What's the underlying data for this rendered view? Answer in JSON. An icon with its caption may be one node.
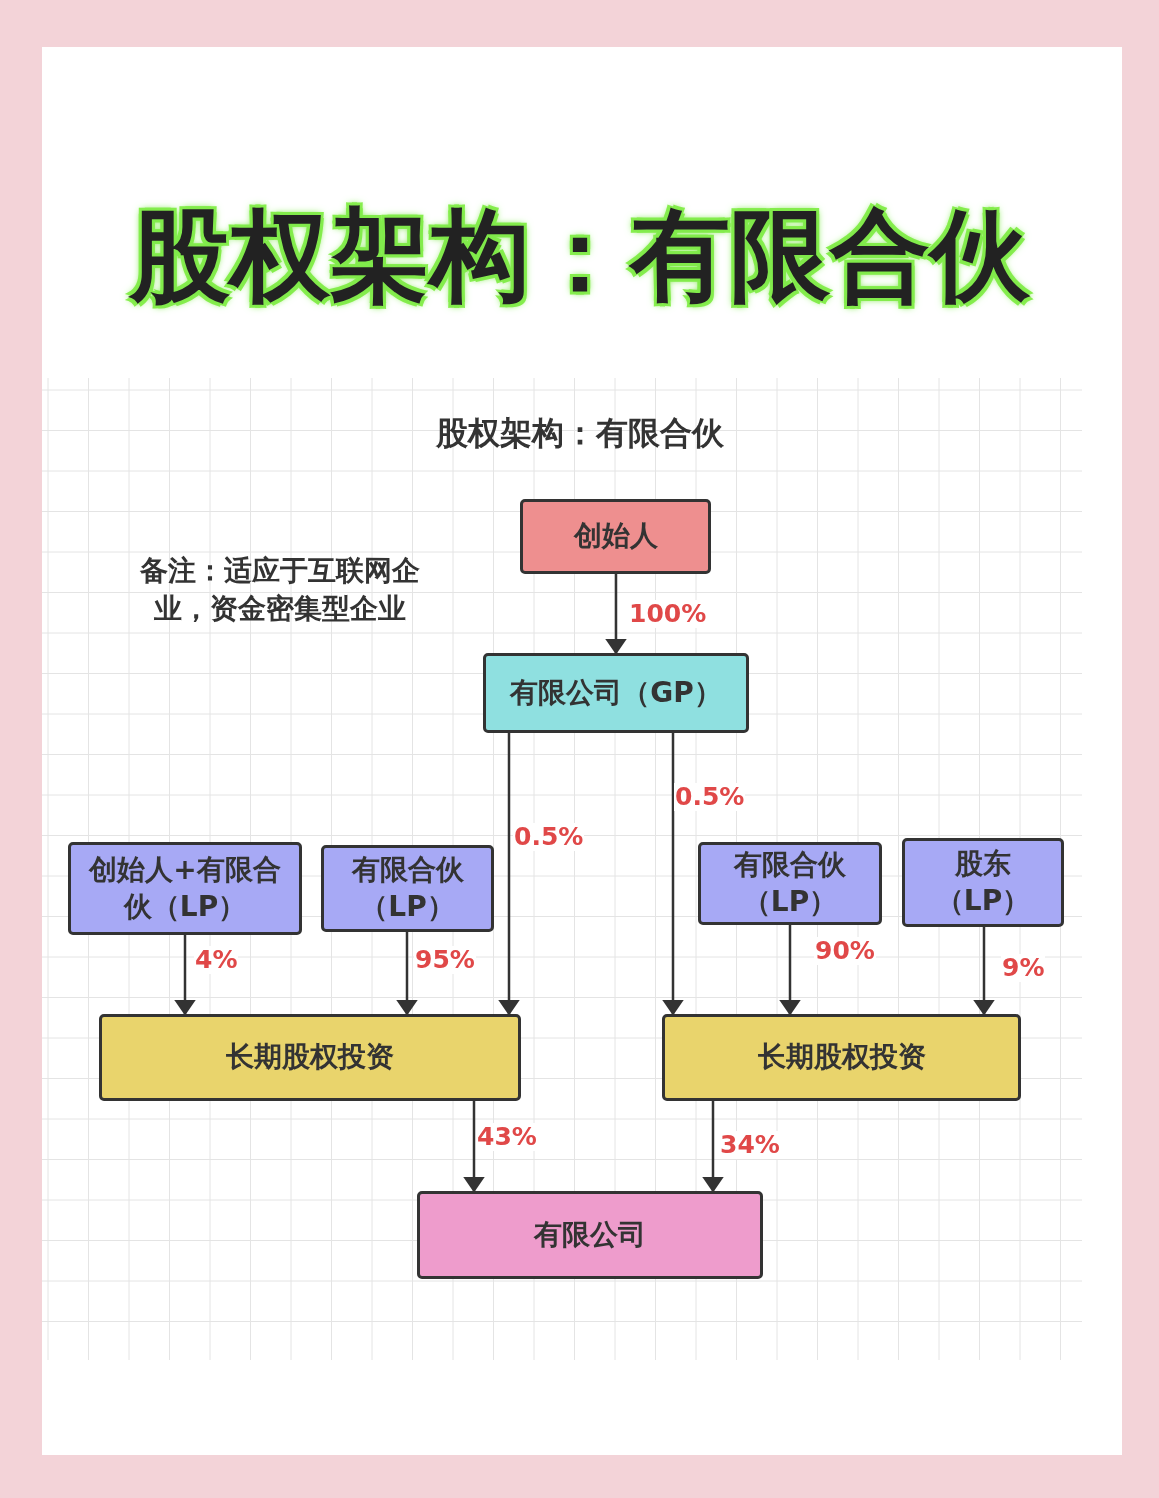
{
  "diagram": {
    "title": "股权架构：有限合伙",
    "nodes": [
      {
        "text": [
          "创始人"
        ]
      },
      {
        "text": [
          "有限公司（GP）"
        ]
      },
      {
        "text": [
          "创始人+有限合伙（LP）"
        ]
      },
      {
        "text": [
          "有限合伙（LP）"
        ]
      },
      {
        "text": [
          "有限合伙（LP）"
        ]
      },
      {
        "text": [
          "股东（LP）"
        ]
      },
      {
        "text": [
          "长期股权投资"
        ]
      },
      {
        "text": [
          "长期股权投资"
        ]
      },
      {
        "text": [
          "有限公司"
        ]
      }
    ],
    "edges": [
      {
        "from": 0,
        "to": 1,
        "arrow": "to",
        "label": "100%"
      },
      {
        "from": 1,
        "to": 6,
        "arrow": "to",
        "label": "0.5%"
      },
      {
        "from": 1,
        "to": 7,
        "arrow": "to",
        "label": "0.5%"
      },
      {
        "from": 2,
        "to": 6,
        "arrow": "to",
        "label": "4%"
      },
      {
        "from": 3,
        "to": 6,
        "arrow": "to",
        "label": "95%"
      },
      {
        "from": 4,
        "to": 7,
        "arrow": "to",
        "label": "90%"
      },
      {
        "from": 5,
        "to": 7,
        "arrow": "to",
        "label": "9%"
      },
      {
        "from": 6,
        "to": 8,
        "arrow": "to",
        "label": "43%"
      },
      {
        "from": 7,
        "to": 8,
        "arrow": "to",
        "label": "34%"
      }
    ],
    "labels": [
      "股权架构：有限合伙",
      "备注：适应于互联网企业，资金密集型企业"
    ]
  }
}
